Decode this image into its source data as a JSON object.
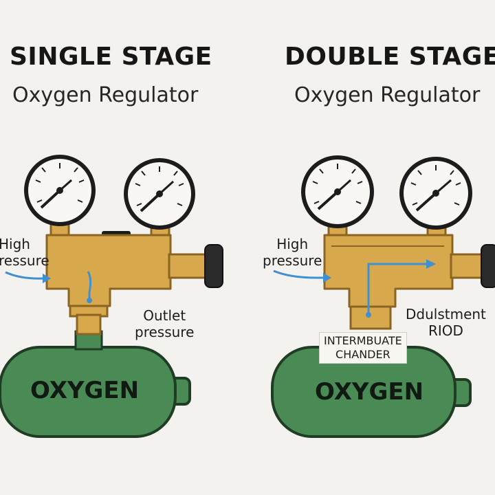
{
  "left": {
    "title": "SINGLE STAGE",
    "subtitle": "Oxygen Regulator",
    "inlet_label_line1": "High",
    "inlet_label_line2": "ressure",
    "outlet_label_line1": "Outlet",
    "outlet_label_line2": "pressure",
    "cylinder_label": "OXYGEN"
  },
  "right": {
    "title": "DOUBLE STAGE",
    "subtitle": "Oxygen Regulator",
    "inlet_label_line1": "High",
    "inlet_label_line2": "pressure",
    "adjust_label_line1": "Ddulstment",
    "adjust_label_line2": "RIOD",
    "chamber_label_line1": "INTERMBUATE",
    "chamber_label_line2": "CHANDER",
    "cylinder_label": "OXYGEN"
  },
  "colors": {
    "brass": "#d8a84c",
    "brass_dark": "#8a6422",
    "cylinder": "#4a8a55",
    "cylinder_dark": "#1f3d24",
    "flow_arrow": "#3f8fd2",
    "background": "#f4f2ee"
  }
}
